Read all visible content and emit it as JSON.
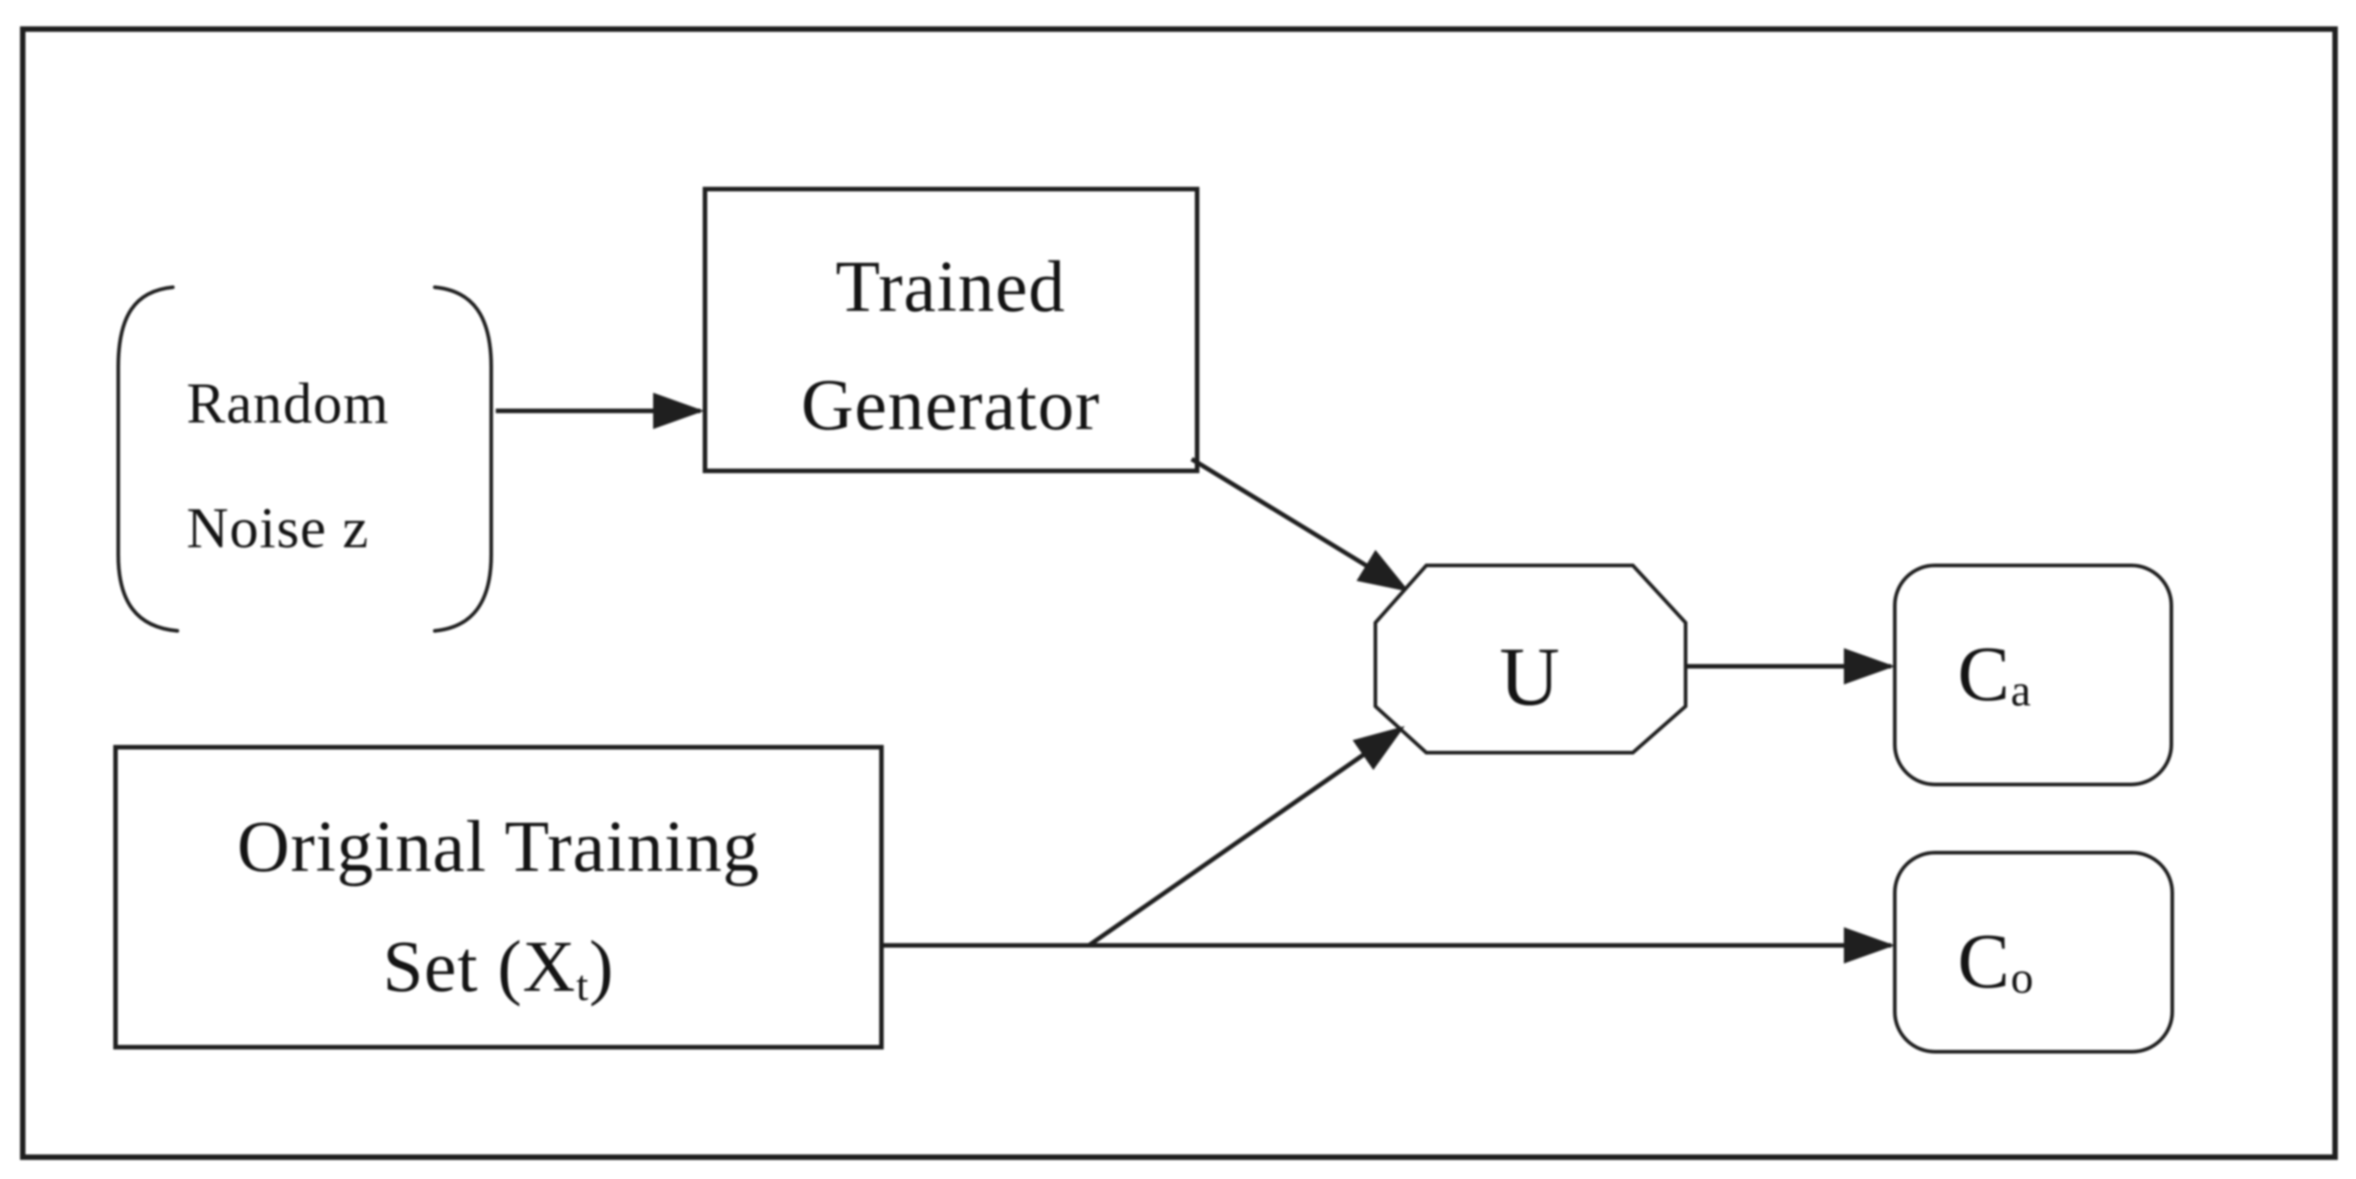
{
  "diagram": {
    "background": "#ffffff",
    "stroke_color": "#1f1f1f",
    "nodes": {
      "random_noise": {
        "line1": "Random",
        "line2": "Noise z",
        "shape": "bracket-pair"
      },
      "trained_generator": {
        "line1": "Trained",
        "line2": "Generator",
        "shape": "rectangle"
      },
      "u": {
        "label": "U",
        "shape": "octagon"
      },
      "c_a": {
        "base": "C",
        "sub": "a",
        "shape": "rounded-rectangle"
      },
      "c_o": {
        "base": "C",
        "sub": "o",
        "shape": "rounded-rectangle"
      },
      "original_training_set": {
        "line1": "Original Training",
        "line2_pre": "Set (X",
        "line2_sub": "t",
        "line2_post": ")",
        "shape": "rectangle"
      }
    },
    "edges": [
      {
        "from": "random_noise",
        "to": "trained_generator"
      },
      {
        "from": "trained_generator",
        "to": "u"
      },
      {
        "from": "original_training_set",
        "to": "u"
      },
      {
        "from": "original_training_set",
        "to": "c_o"
      },
      {
        "from": "u",
        "to": "c_a"
      }
    ]
  }
}
